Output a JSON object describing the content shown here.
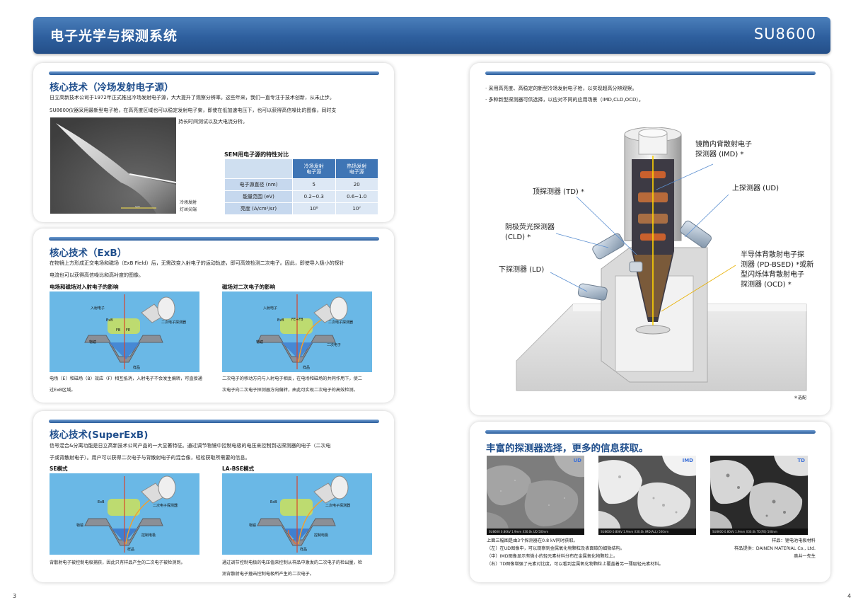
{
  "header": {
    "title": "电子光学与探测系统",
    "model": "SU8600"
  },
  "cfe": {
    "heading": "核心技术（冷场发射电子源）",
    "p1": "日立高新技术公司于1972年正式推出冷场发射电子源，大大提升了观察分辨率。这些年来，我们一直专注于技术创新，从未止步。",
    "p2": "SU8600仪器采用最新型电子枪，在高亮度区域也可以稳定发射电子束，即使在低加速电压下，也可以获得高信噪比的图像，同时支",
    "p3": "持长时间测试以及大电流分析。",
    "image_caption_1": "冷场发射",
    "image_caption_2": "灯丝尖端",
    "table_title": "SEM用电子源的特性对比",
    "table": {
      "col_headers": [
        [
          "冷场发射",
          "电子源"
        ],
        [
          "热场发射",
          "电子源"
        ]
      ],
      "rows": [
        {
          "label": "电子源直径 (nm)",
          "v1": "5",
          "v2": "20"
        },
        {
          "label": "能量范围 (eV)",
          "v1": "0.2~0.3",
          "v2": "0.6~1.0"
        },
        {
          "label": "亮度 (A/cm²/sr)",
          "v1": "10⁸",
          "v2": "10⁷"
        }
      ]
    }
  },
  "exb": {
    "heading": "核心技术（ExB）",
    "p1": "在物镜上方形成正交电场和磁场（ExB Field）后，无需改变入射电子的运动轨迹，即可高效检测二次电子。因此，即使导入极小的探针",
    "p2": "电流也可以获得高信噪比和高衬度的图像。",
    "left_title": "电场和磁场对入射电子的影响",
    "right_title": "磁场对二次电子的影响",
    "left_caption_1": "电场（E）和磁场（B）效应（F）相互抵消，入射电子不会发生偏转，可直接通",
    "left_caption_2": "过ExB区域。",
    "right_caption_1": "二次电子的移动方向与入射电子相反，在电场和磁场的共同作用下，使二",
    "right_caption_2": "次电子向二次电子探测器方向偏转，由此可实现二次电子的高效检测。",
    "labels": {
      "incident": "入射电子",
      "exb": "ExB",
      "fb": "FB",
      "fe": "FE",
      "fefb": "FE+FB",
      "detector": "二次电子探测器",
      "lens": "物镜",
      "sample": "样品",
      "secondary": "二次电子"
    }
  },
  "superexb": {
    "heading": "核心技术(SuperExB)",
    "p1": "信号混合&分离功能是日立高新技术公司产品的一大显著特征。通过调节物镜中控制电极的电压来控制到达探测器的电子（二次电",
    "p2": "子或背散射电子）。用户可以获得二次电子与背散射电子的混合像，轻松获取所需要的信息。",
    "left_title": "SE模式",
    "right_title": "LA-BSE模式",
    "left_caption_1": "背散射电子被控制电极捕获，因此只有样品产生的二次电子被检测到。",
    "right_caption_1": "通过调节控制电极的电压值来控制从样品中激发的二次电子的检出量，检",
    "right_caption_2": "测背散射电子撞击控制电极所产生的二次电子。",
    "labels": {
      "exb": "ExB",
      "detector": "二次电子探测器",
      "lens": "物镜",
      "electrode": "控制电极",
      "sample": "样品"
    }
  },
  "detectors": {
    "bullet_1": "· 采用高亮度、高稳定的新型冷场发射电子枪，以实现超高分辨观察。",
    "bullet_2": "· 多种新型探测器可供选择，以应对不同的应用场景（IMD,CLD,OCD）。",
    "imd_1": "镜筒内背散射电子",
    "imd_2": "探测器 (IMD) *",
    "td": "顶探测器 (TD) *",
    "ud": "上探测器 (UD)",
    "cld_1": "阴极荧光探测器",
    "cld_2": "(CLD) *",
    "ld": "下探测器 (LD)",
    "ocd_1": "半导体背散射电子探",
    "ocd_2": "测器 (PD-BSED) *或新",
    "ocd_3": "型闪烁体背散射电子",
    "ocd_4": "探测器 (OCD) *",
    "note": "＊选配"
  },
  "rich": {
    "heading": "丰富的探测器选择，更多的信息获取。",
    "images": [
      {
        "tag": "UD",
        "scale": "SU8600 0.80kV 1.9mm X30.0k UD                  500nm"
      },
      {
        "tag": "IMD",
        "scale": "SU8600 0.80kV 1.9mm X30.0k IMD(ALL)         500nm"
      },
      {
        "tag": "TD",
        "scale": "SU8600 0.80kV 1.9mm X30.0k TD(FB)             500nm"
      }
    ],
    "c1": "上面三幅图是由3个探测器在0.8 kV同时获取。",
    "c2": "（左）在UD图像中，可以观察到金属氧化物颗粒及表面碳的细微结构。",
    "c3": "（中）IMD图像显示有微小的轻元素材料分布在金属氧化物颗粒上。",
    "c4": "（右）TD图像增强了元素对比度，可以看到金属氧化物颗粒上覆盖着另一薄层轻元素材料。",
    "r1": "样品：锂电池电极材料",
    "r2": "样品提供：DAINEN MATERIAL Co., Ltd.",
    "r3": "奥井一先生"
  },
  "pages": {
    "left": "3",
    "right": "4"
  },
  "colors": {
    "brand_blue": "#2e5f9e",
    "heading_blue": "#1f4e8c",
    "diagram_bg": "#6ab8e6",
    "table_header": "#3f75b5"
  }
}
